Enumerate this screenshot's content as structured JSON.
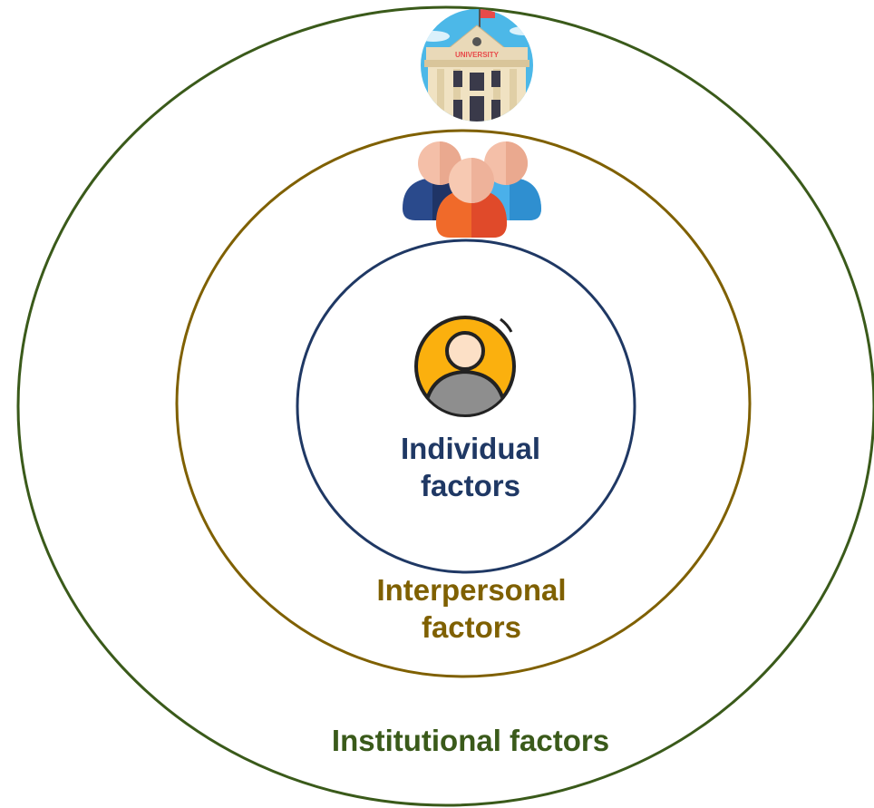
{
  "diagram": {
    "levels": [
      {
        "id": "individual",
        "line1": "Individual",
        "line2": "factors",
        "color": "#1f3864"
      },
      {
        "id": "interpersonal",
        "line1": "Interpersonal",
        "line2": "factors",
        "color": "#7f6000"
      },
      {
        "id": "institutional",
        "line1": "Institutional factors",
        "color": "#3a5a1a"
      }
    ],
    "icons": {
      "institution": "university-building-icon",
      "group": "people-group-icon",
      "person": "person-avatar-icon"
    },
    "building_sign": "UNIVERSITY"
  }
}
